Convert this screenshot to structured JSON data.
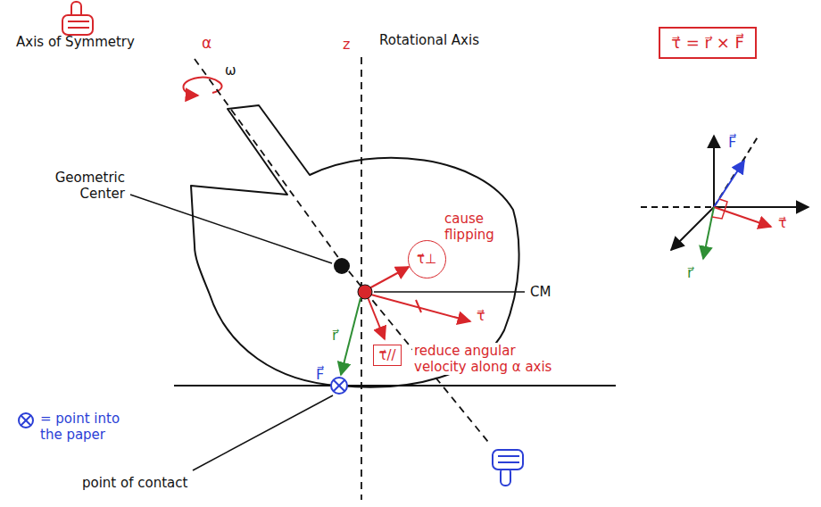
{
  "diagram": {
    "nodes": [
      {
        "text": [
          "τ⃗ = r⃗ × F⃗"
        ]
      },
      {
        "text": [
          "τ⃗⊥"
        ]
      },
      {
        "text": [
          "τ⃗//"
        ]
      }
    ],
    "labels": [
      "α",
      "ω",
      "Axis of Symmetry",
      "z",
      "Rotational Axis",
      "Geometric Center",
      "cause flipping",
      "CM",
      "τ⃗",
      "r⃗",
      "reduce angular velocity along α axis",
      "F⃗",
      "point of contact",
      "F⃗",
      "τ⃗",
      "r⃗"
    ],
    "legend": [
      {
        "text": "= point into the paper"
      }
    ]
  }
}
